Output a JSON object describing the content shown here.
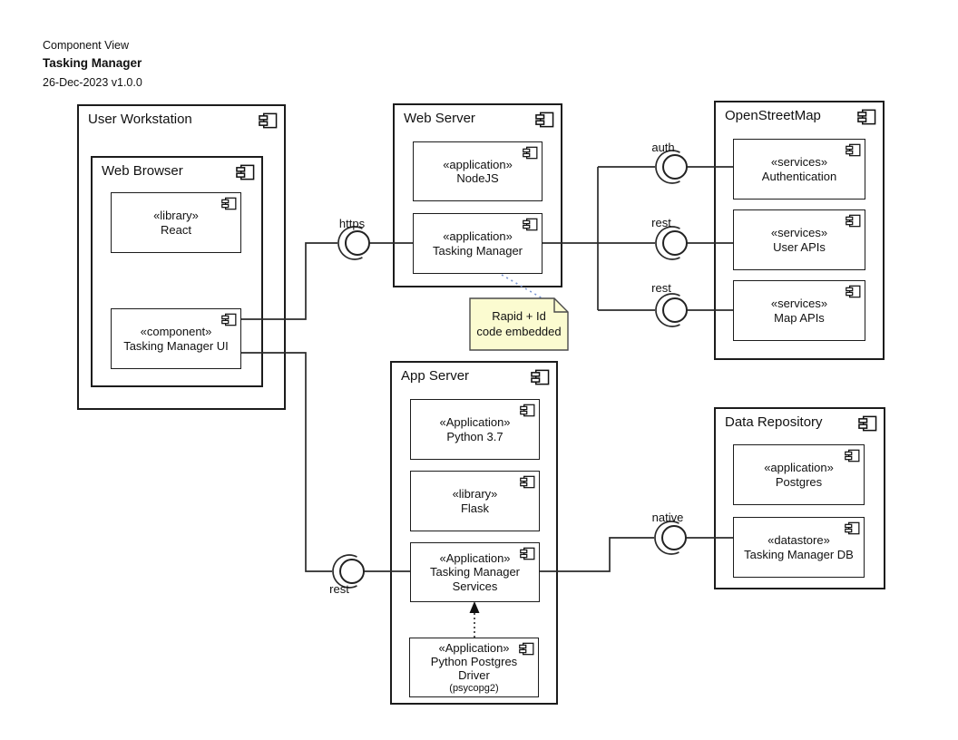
{
  "header": {
    "subtitle": "Component View",
    "title": "Tasking Manager",
    "version": "26-Dec-2023 v1.0.0"
  },
  "containers": {
    "user_workstation": {
      "title": "User Workstation"
    },
    "web_browser": {
      "title": "Web Browser"
    },
    "web_server": {
      "title": "Web Server"
    },
    "openstreetmap": {
      "title": "OpenStreetMap"
    },
    "app_server": {
      "title": "App Server"
    },
    "data_repository": {
      "title": "Data Repository"
    }
  },
  "components": {
    "react": {
      "stereotype": "«library»",
      "name": "React"
    },
    "tm_ui": {
      "stereotype": "«component»",
      "name": "Tasking Manager UI"
    },
    "nodejs": {
      "stereotype": "«application»",
      "name": "NodeJS"
    },
    "tm_app": {
      "stereotype": "«application»",
      "name": "Tasking Manager"
    },
    "osm_auth": {
      "stereotype": "«services»",
      "name": "Authentication"
    },
    "osm_user": {
      "stereotype": "«services»",
      "name": "User APIs"
    },
    "osm_map": {
      "stereotype": "«services»",
      "name": "Map APIs"
    },
    "python": {
      "stereotype": "«Application»",
      "name": "Python 3.7"
    },
    "flask": {
      "stereotype": "«library»",
      "name": "Flask"
    },
    "tm_services": {
      "stereotype": "«Application»",
      "name": "Tasking Manager Services"
    },
    "pg_driver": {
      "stereotype": "«Application»",
      "name": "Python Postgres Driver",
      "detail": "(psycopg2)"
    },
    "postgres": {
      "stereotype": "«application»",
      "name": "Postgres"
    },
    "tm_db": {
      "stereotype": "«datastore»",
      "name": "Tasking Manager DB"
    }
  },
  "interfaces": {
    "https": {
      "label": "https"
    },
    "auth": {
      "label": "auth"
    },
    "rest_user": {
      "label": "rest"
    },
    "rest_map": {
      "label": "rest"
    },
    "native": {
      "label": "native"
    },
    "rest_app": {
      "label": "rest"
    }
  },
  "note": {
    "lines": [
      "Rapid + Id",
      "code embedded"
    ]
  },
  "colors": {
    "background": "#ffffff",
    "line": "#2b2b2b",
    "box_border": "#1c1c1c",
    "note_fill": "#fbfbd0",
    "note_border": "#4a4a4a",
    "note_connector": "#7b96d2"
  }
}
